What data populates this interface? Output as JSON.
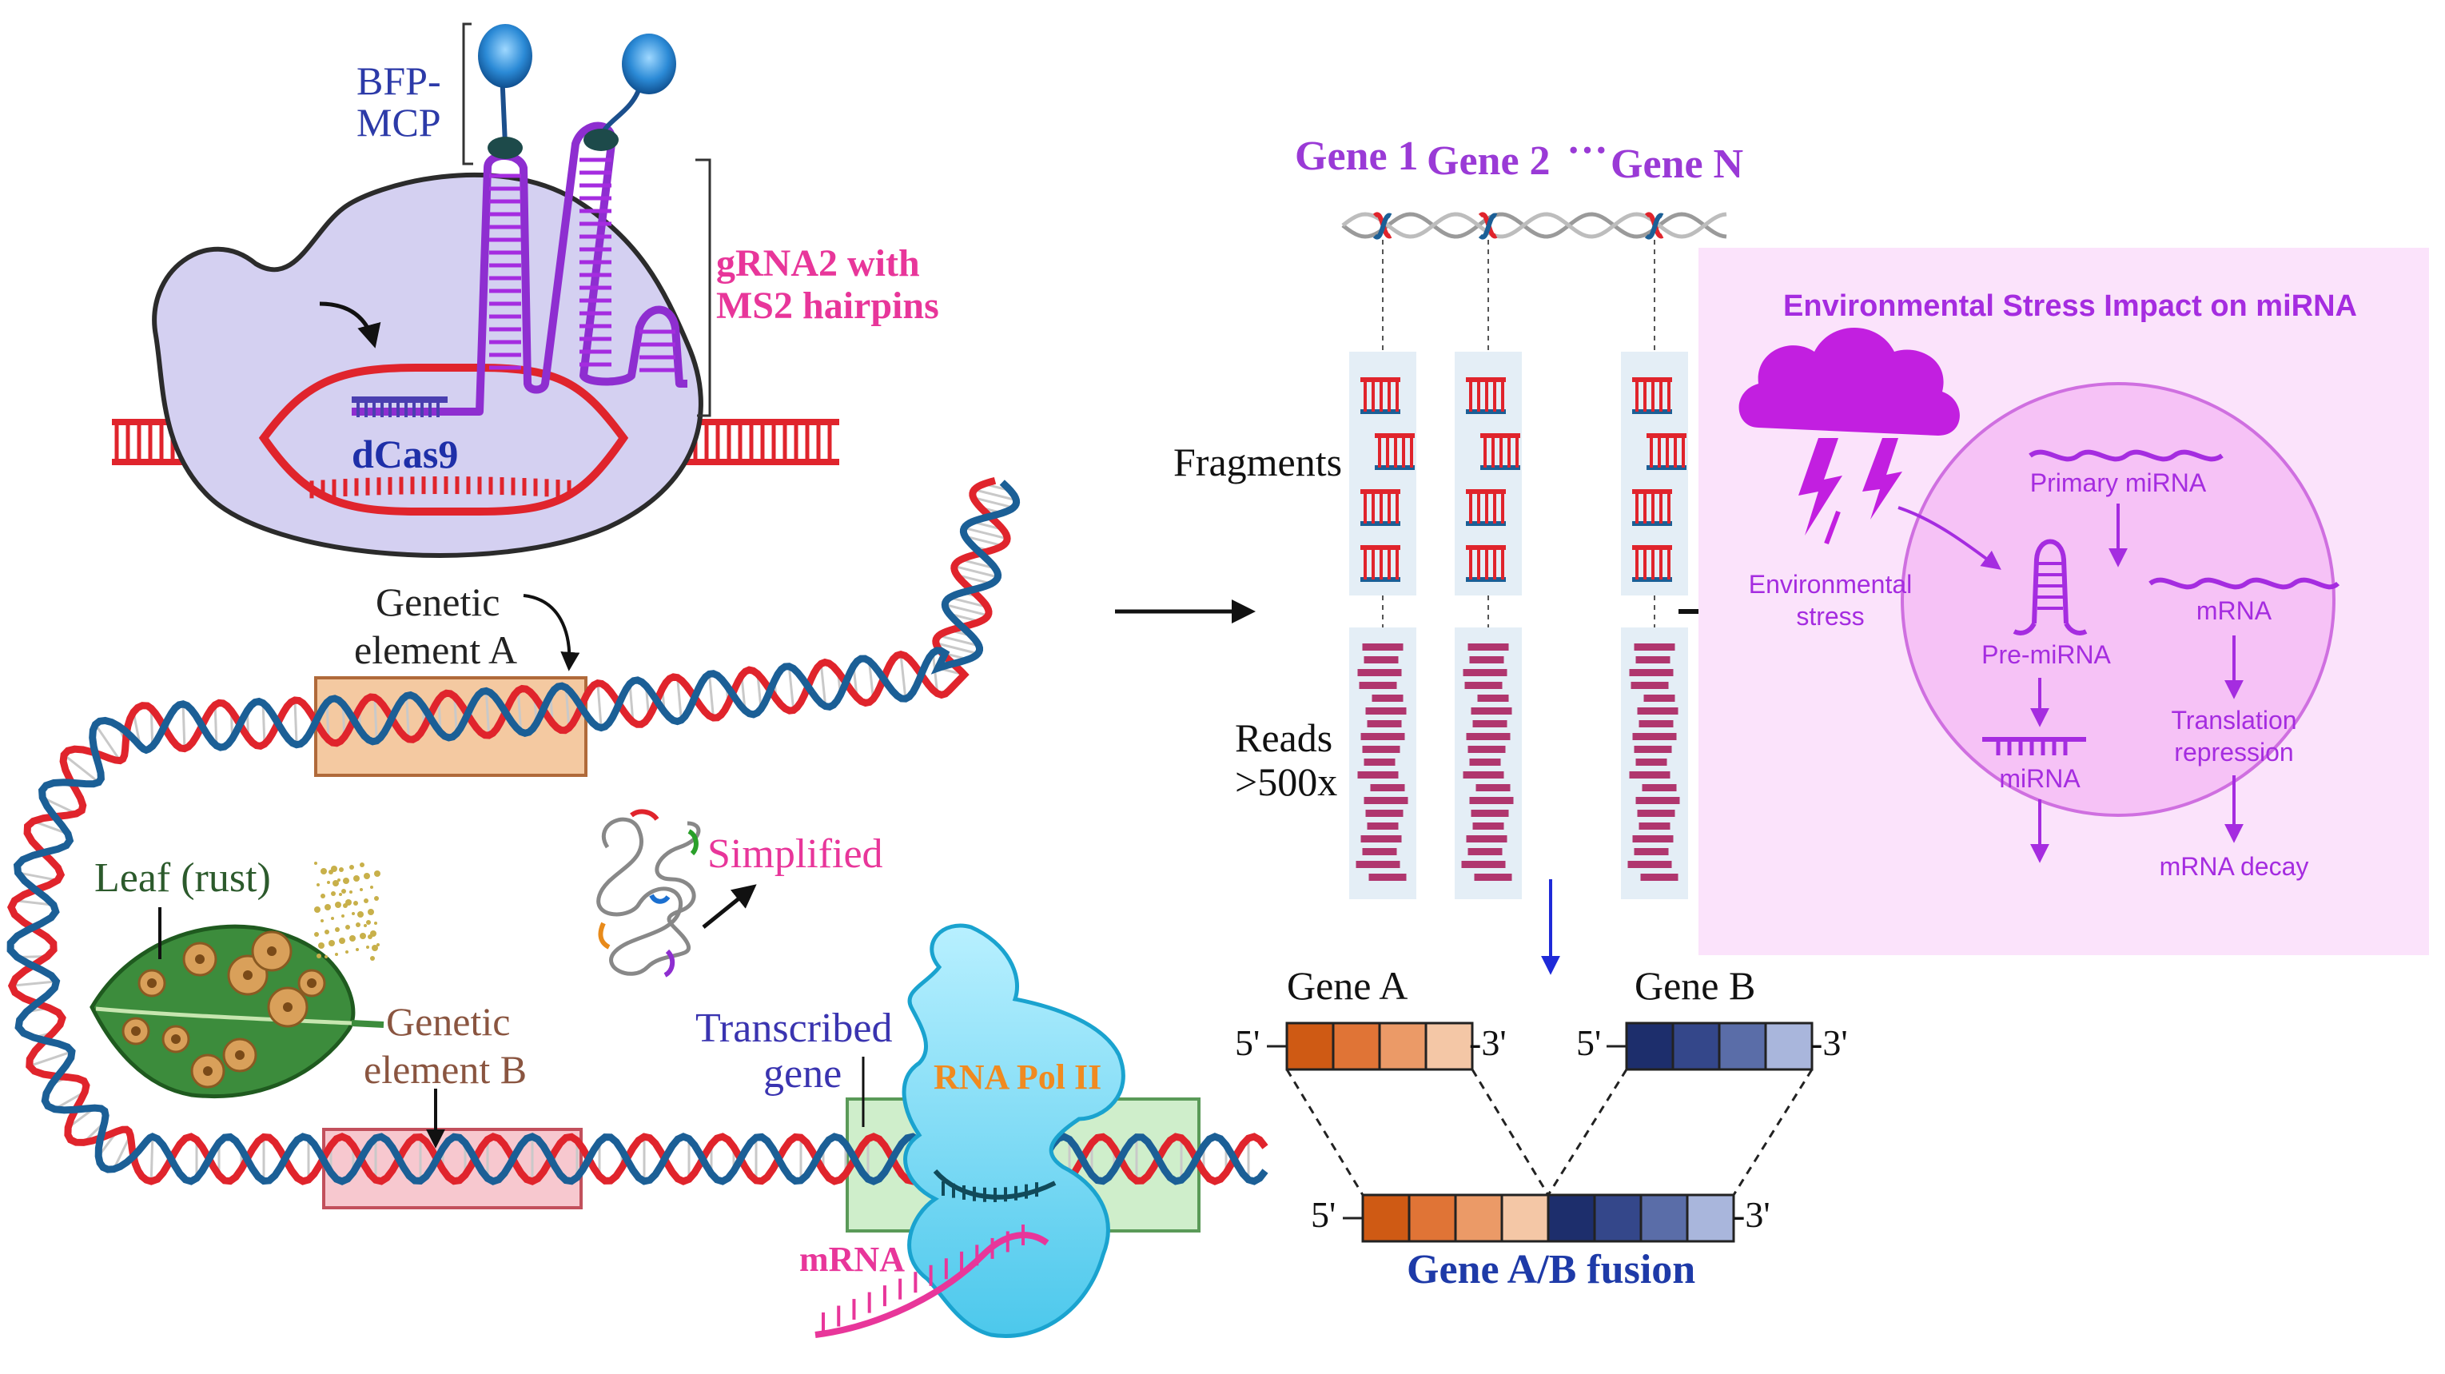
{
  "crispr": {
    "bfp_mcp_line1": "BFP-",
    "bfp_mcp_line2": "MCP",
    "grna_line1": "gRNA2 with",
    "grna_line2": "MS2 hairpins",
    "dcas9": "dCas9"
  },
  "genome": {
    "element_a_line1": "Genetic",
    "element_a_line2": "element A",
    "element_b_line1": "Genetic",
    "element_b_line2": "element B",
    "leaf": "Leaf (rust)",
    "simplified": "Simplified",
    "transcribed_line1": "Transcribed",
    "transcribed_line2": "gene",
    "rna_pol": "RNA Pol II",
    "mrna": "mRNA"
  },
  "sequencing": {
    "gene1": "Gene 1",
    "gene2": "Gene 2",
    "dots": "···",
    "geneN": "Gene N",
    "fragments": "Fragments",
    "reads_line1": "Reads",
    "reads_line2": ">500x"
  },
  "fusion": {
    "gene_a": "Gene A",
    "gene_b": "Gene B",
    "five_prime": "5'",
    "three_prime": "-3'",
    "fusion_label": "Gene A/B fusion"
  },
  "mirna_panel": {
    "title": "Environmental Stress Impact on miRNA",
    "env_stress_line1": "Environmental",
    "env_stress_line2": "stress",
    "primary_mirna": "Primary miRNA",
    "pre_mirna": "Pre-miRNA",
    "mirna": "miRNA",
    "mrna": "mRNA",
    "translation_line1": "Translation",
    "translation_line2": "repression",
    "mrna_decay": "mRNA decay"
  },
  "colors": {
    "dna_red": "#e0242c",
    "dna_blue": "#1b5f96",
    "purple": "#a52ce0",
    "pink_text": "#e8369a",
    "navy": "#1e3aa8",
    "gene_a_orange": "#d9641c",
    "gene_b_navy": "#1f3475",
    "panel_bg": "#fbe3fb"
  }
}
